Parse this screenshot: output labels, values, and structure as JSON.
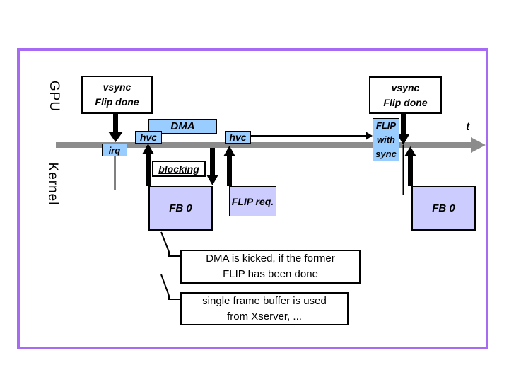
{
  "slide": {
    "lanes": {
      "gpu": "GPU",
      "kernel": "Kernel"
    },
    "timeline": {
      "label": "t"
    },
    "events": {
      "vsync_left": "vsync\nFlip done",
      "vsync_right": "vsync\nFlip done",
      "dma": "DMA",
      "hvc_left": "hvc",
      "hvc_right": "hvc",
      "irq": "irq",
      "blocking": "blocking",
      "flip_with_sync": "FLIP\nwith\nsync",
      "flip_req": "FLIP req.",
      "fb0_left": "FB 0",
      "fb0_right": "FB 0"
    },
    "callouts": {
      "dma_kicked": "DMA is kicked, if the former\nFLIP has been done",
      "single_buffer": "single frame buffer is used\nfrom Xserver, ..."
    },
    "colors": {
      "event_fill": "#99CCFF",
      "buffer_fill": "#CCCCFF",
      "timeline_gray": "#8C8C8C",
      "slide_border_purple": "#A76BF3"
    }
  }
}
